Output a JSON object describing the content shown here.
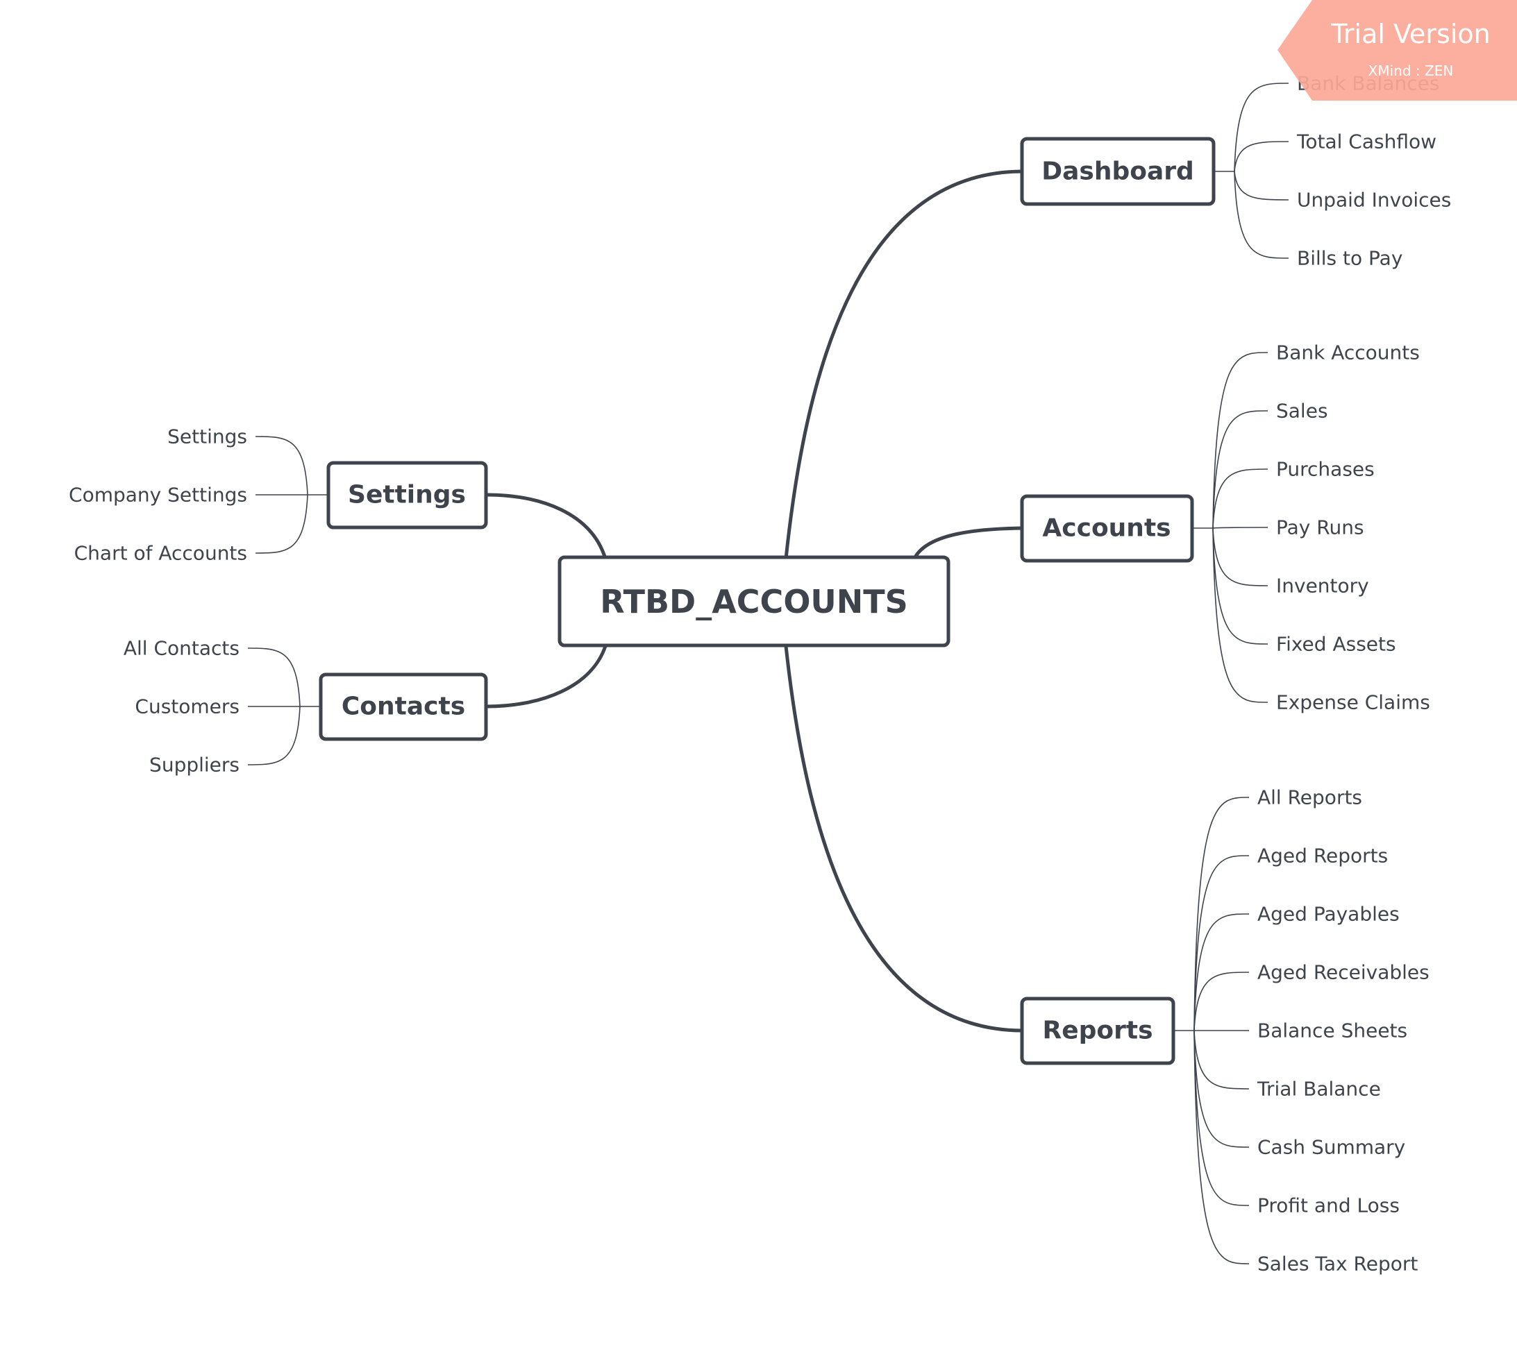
{
  "watermark": {
    "title": "Trial Version",
    "subtitle": "XMind : ZEN",
    "color": "#fca896"
  },
  "central_topic": "RTBD_ACCOUNTS",
  "line_color": "#3f444c",
  "branches": {
    "dashboard": {
      "label": "Dashboard",
      "children": [
        "Bank Balances",
        "Total Cashflow",
        "Unpaid Invoices",
        "Bills to Pay"
      ]
    },
    "accounts": {
      "label": "Accounts",
      "children": [
        "Bank Accounts",
        "Sales",
        "Purchases",
        "Pay Runs",
        "Inventory",
        "Fixed Assets",
        "Expense Claims"
      ]
    },
    "reports": {
      "label": "Reports",
      "children": [
        "All Reports",
        "Aged Reports",
        "Aged Payables",
        "Aged Receivables",
        "Balance Sheets",
        "Trial Balance",
        "Cash Summary",
        "Profit and Loss",
        "Sales Tax Report"
      ]
    },
    "settings": {
      "label": "Settings",
      "children": [
        "Settings",
        "Company Settings",
        "Chart of Accounts"
      ]
    },
    "contacts": {
      "label": "Contacts",
      "children": [
        "All Contacts",
        "Customers",
        "Suppliers"
      ]
    }
  }
}
